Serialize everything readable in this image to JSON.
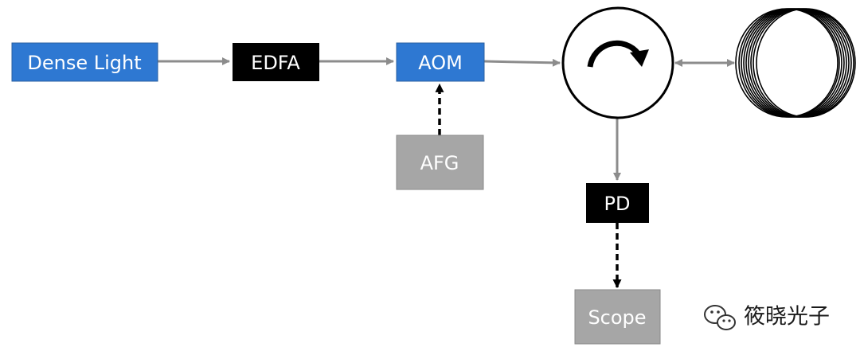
{
  "diagram": {
    "nodes": {
      "dense_light": {
        "label": "Dense Light",
        "fill": "#2e78d2",
        "text_color": "#ffffff"
      },
      "edfa": {
        "label": "EDFA",
        "fill": "#000000",
        "text_color": "#ffffff"
      },
      "aom": {
        "label": "AOM",
        "fill": "#2e78d2",
        "text_color": "#ffffff"
      },
      "afg": {
        "label": "AFG",
        "fill": "#a6a6a6",
        "text_color": "#ffffff"
      },
      "pd": {
        "label": "PD",
        "fill": "#000000",
        "text_color": "#ffffff"
      },
      "scope": {
        "label": "Scope",
        "fill": "#a6a6a6",
        "text_color": "#ffffff"
      }
    },
    "symbols": {
      "circulator": "circulator-icon",
      "fiber_coil": "fiber-coil-icon"
    },
    "colors": {
      "optical_link": "#8c8c8c",
      "electrical_link": "#000000"
    },
    "watermark": {
      "text": "筱晓光子",
      "icon": "wechat-icon"
    }
  }
}
